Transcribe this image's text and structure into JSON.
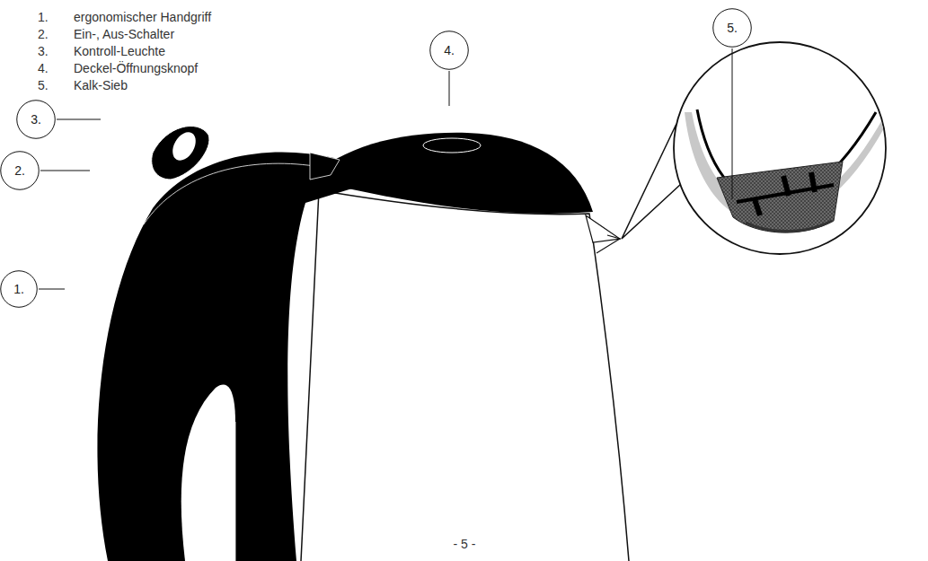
{
  "diagram": {
    "nodes": [
      {
        "text": [
          "5."
        ]
      },
      {
        "text": [
          "4."
        ]
      },
      {
        "text": [
          "3."
        ]
      },
      {
        "text": [
          "2."
        ]
      },
      {
        "text": [
          "1."
        ]
      }
    ],
    "labels": [
      "1.",
      "ergonomischer Handgriff",
      "2.",
      "Ein-, Aus-Schalter",
      "3.",
      "Kontroll-Leuchte",
      "4.",
      "Deckel-Öffnungsknopf",
      "5.",
      "Kalk-Sieb",
      "- 5 -"
    ]
  }
}
